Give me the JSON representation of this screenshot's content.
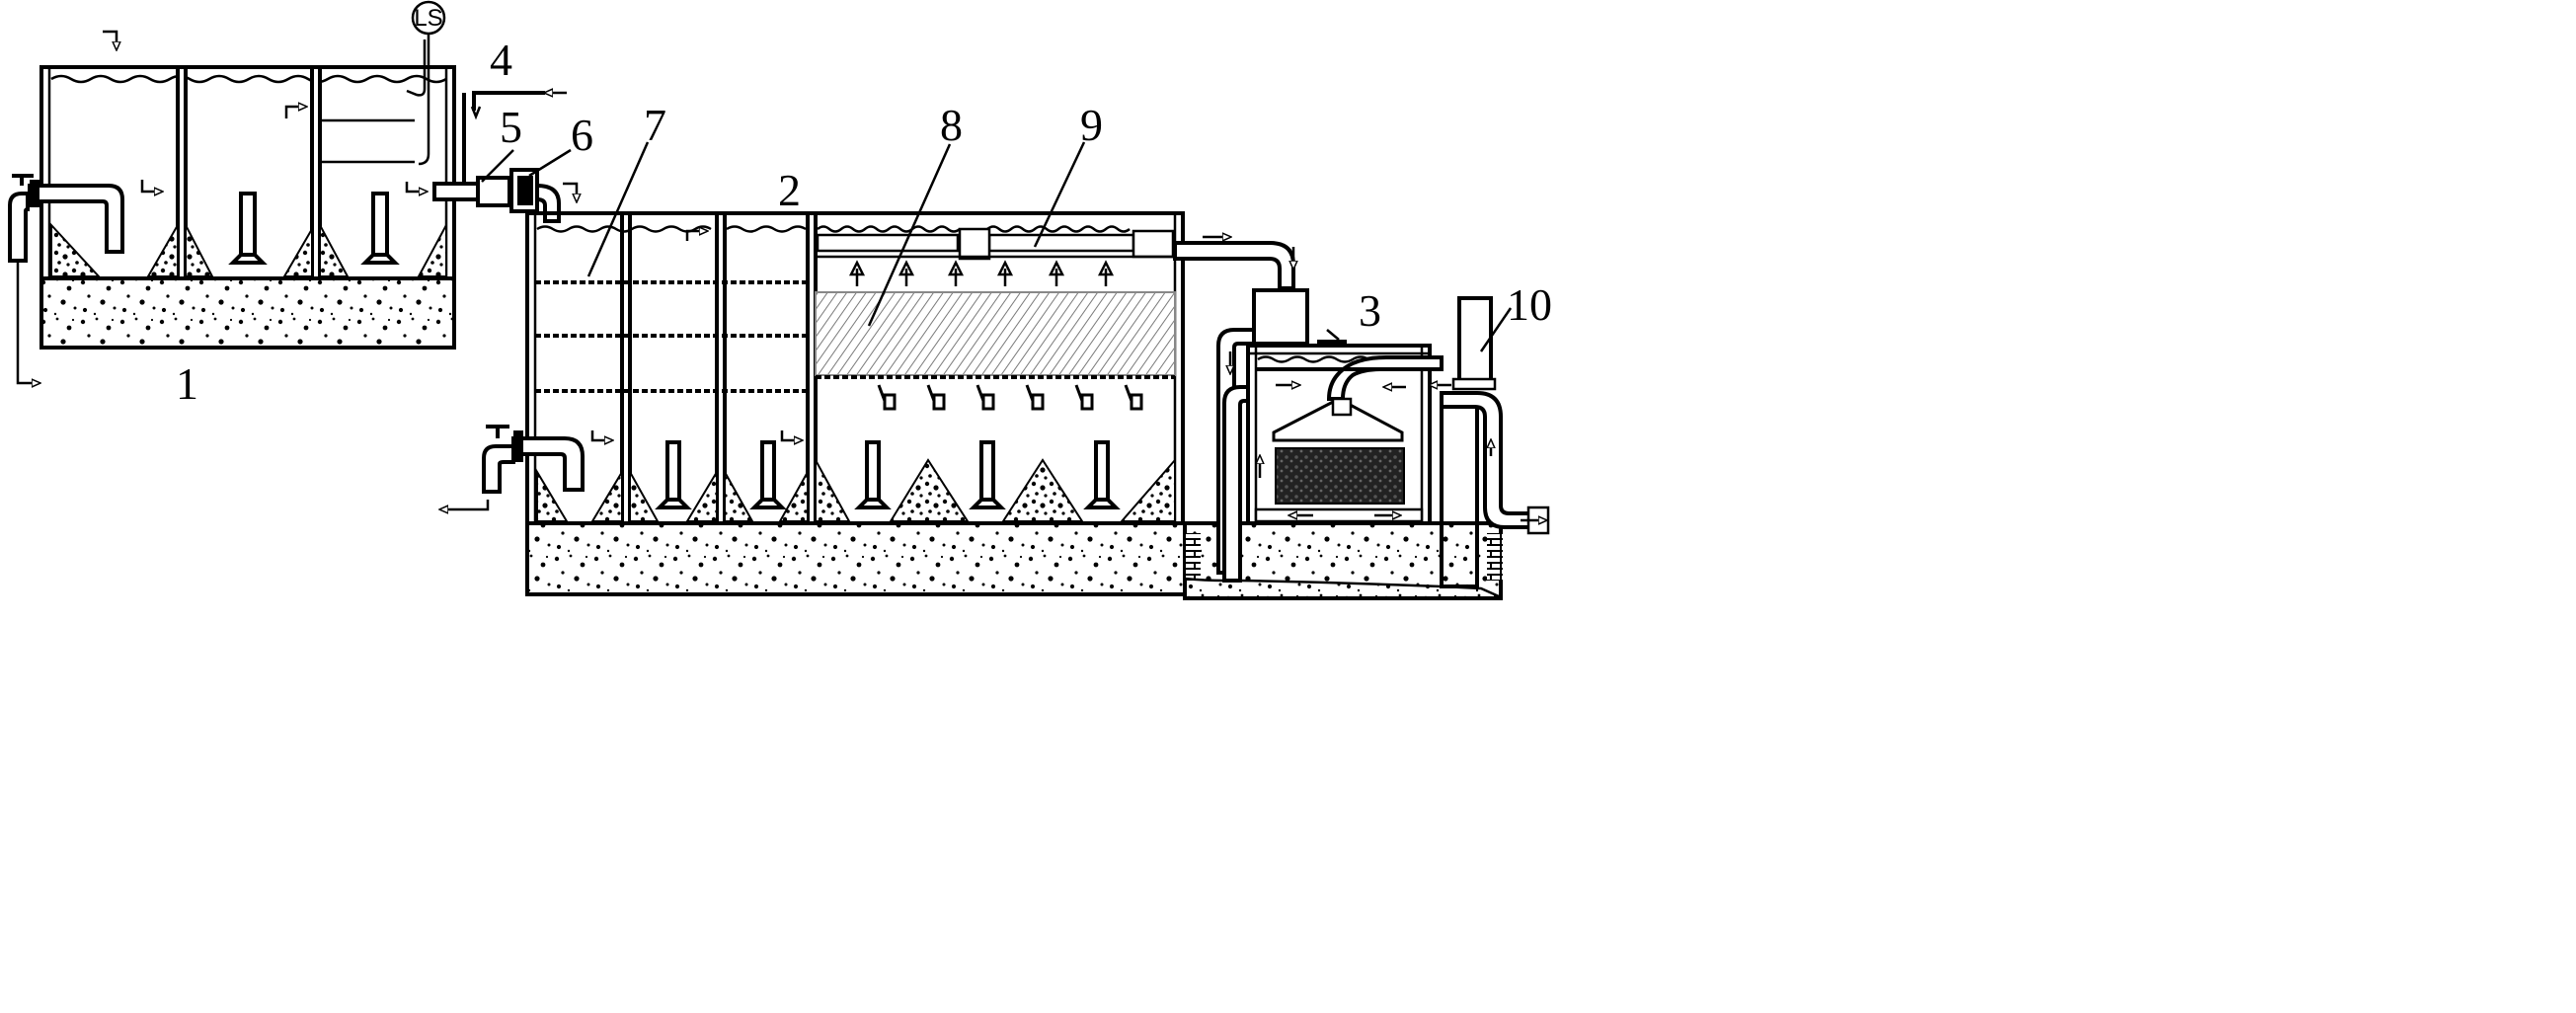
{
  "labels": {
    "n1": "1",
    "n2": "2",
    "n3": "3",
    "n4": "4",
    "n5": "5",
    "n6": "6",
    "n7": "7",
    "n8": "8",
    "n9": "9",
    "n10": "10",
    "level_switch": "LS"
  }
}
